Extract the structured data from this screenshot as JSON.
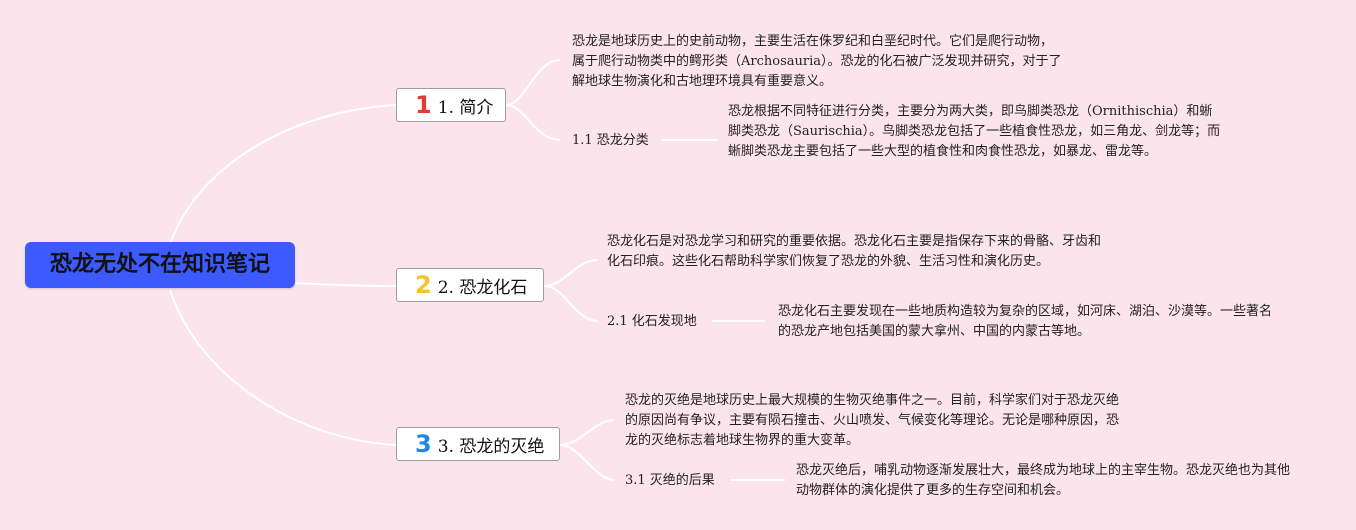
{
  "root": {
    "title": "恐龙无处不在知识笔记"
  },
  "topics": [
    {
      "number": "1",
      "title": "1. 简介",
      "text": "恐龙是地球历史上的史前动物，主要生活在侏罗纪和白垩纪时代。它们是爬行动物，属于爬行动物类中的鳄形类（Archosauria）。恐龙的化石被广泛发现并研究，对于了解地球生物演化和古地理环境具有重要意义。",
      "subtopic": {
        "title": "1.1 恐龙分类",
        "text": "恐龙根据不同特征进行分类，主要分为两大类，即鸟脚类恐龙（Ornithischia）和蜥脚类恐龙（Saurischia）。鸟脚类恐龙包括了一些植食性恐龙，如三角龙、剑龙等；而蜥脚类恐龙主要包括了一些大型的植食性和肉食性恐龙，如暴龙、雷龙等。"
      }
    },
    {
      "number": "2",
      "title": "2. 恐龙化石",
      "text": "恐龙化石是对恐龙学习和研究的重要依据。恐龙化石主要是指保存下来的骨骼、牙齿和化石印痕。这些化石帮助科学家们恢复了恐龙的外貌、生活习性和演化历史。",
      "subtopic": {
        "title": "2.1 化石发现地",
        "text": "恐龙化石主要发现在一些地质构造较为复杂的区域，如河床、湖泊、沙漠等。一些著名的恐龙产地包括美国的蒙大拿州、中国的内蒙古等地。"
      }
    },
    {
      "number": "3",
      "title": "3. 恐龙的灭绝",
      "text": "恐龙的灭绝是地球历史上最大规模的生物灭绝事件之一。目前，科学家们对于恐龙灭绝的原因尚有争议，主要有陨石撞击、火山喷发、气候变化等理论。无论是哪种原因，恐龙的灭绝标志着地球生物界的重大变革。",
      "subtopic": {
        "title": "3.1 灭绝的后果",
        "text": "恐龙灭绝后，哺乳动物逐渐发展壮大，最终成为地球上的主宰生物。恐龙灭绝也为其他动物群体的演化提供了更多的生存空间和机会。"
      }
    }
  ],
  "colors": {
    "background": "#fce4ec",
    "root_fill": "#3d5afe",
    "connector": "#ffffff",
    "badge_1": "#e53935",
    "badge_2": "#fbc02d",
    "badge_3": "#1e88e5"
  }
}
